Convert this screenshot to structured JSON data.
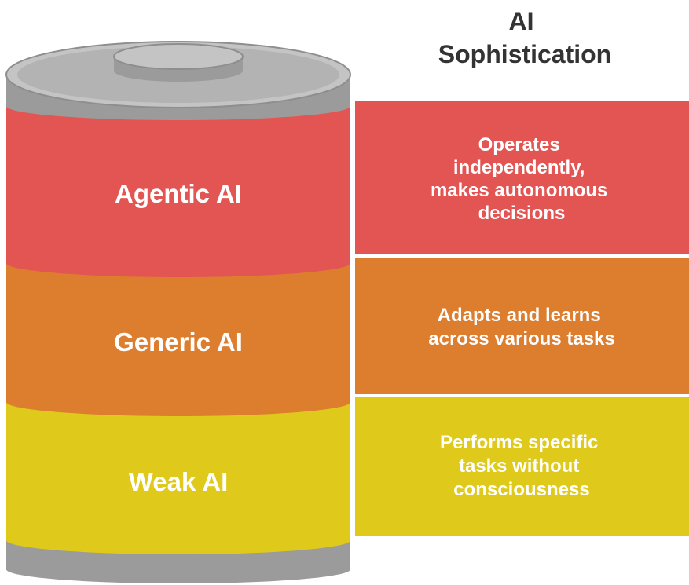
{
  "title_lines": [
    "AI",
    "Sophistication"
  ],
  "levels": [
    {
      "name": "Agentic AI",
      "description_lines": [
        "Operates",
        "independently,",
        "makes autonomous",
        "decisions"
      ],
      "color": "#e35553"
    },
    {
      "name": "Generic AI",
      "description_lines": [
        "Adapts and learns",
        "across various tasks"
      ],
      "color": "#dd7e2f"
    },
    {
      "name": "Weak AI",
      "description_lines": [
        "Performs specific",
        "tasks without",
        "consciousness"
      ],
      "color": "#dfca1c"
    }
  ],
  "colors": {
    "cylinder_cap": "#9b9b9b",
    "cylinder_cap_dark": "#7d7d7d",
    "cylinder_cap_light": "#c4c4c4",
    "title": "#333333"
  }
}
